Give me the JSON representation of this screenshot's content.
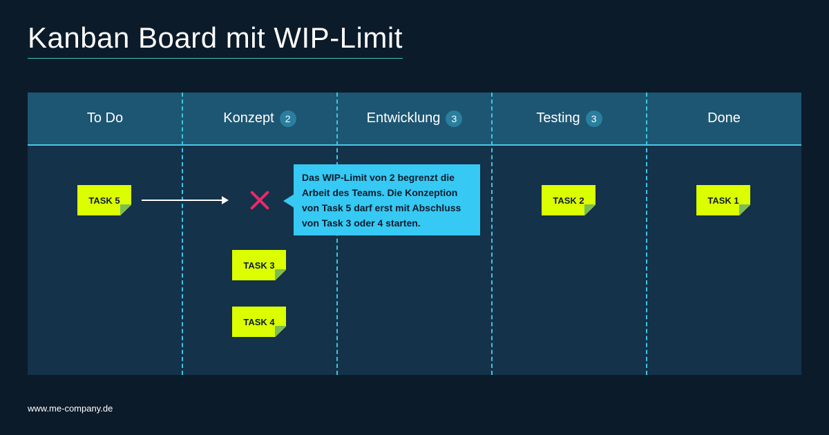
{
  "title": "Kanban Board mit WIP-Limit",
  "columns": [
    {
      "name": "To Do",
      "wip": ""
    },
    {
      "name": "Konzept",
      "wip": "2"
    },
    {
      "name": "Entwicklung",
      "wip": "3"
    },
    {
      "name": "Testing",
      "wip": "3"
    },
    {
      "name": "Done",
      "wip": ""
    }
  ],
  "cards": {
    "todo": "TASK 5",
    "konzept_1": "TASK 3",
    "konzept_2": "TASK 4",
    "testing": "TASK 2",
    "done": "TASK 1"
  },
  "callout": "Das WIP-Limit von 2 begrenzt die Arbeit des Teams. Die Konzeption von Task 5 darf erst mit Abschluss von Task 3 oder 4 starten.",
  "footer": "www.me-company.de",
  "colors": {
    "background": "#0c1b2a",
    "header": "#1d5672",
    "card": "#dcff00",
    "callout": "#36c9f4",
    "blocked": "#ea2a6a"
  }
}
